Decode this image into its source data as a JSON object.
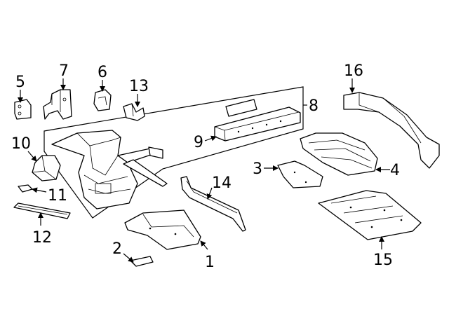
{
  "diagram": {
    "callouts": [
      {
        "id": "1",
        "label": "1"
      },
      {
        "id": "2",
        "label": "2"
      },
      {
        "id": "3",
        "label": "3"
      },
      {
        "id": "4",
        "label": "4"
      },
      {
        "id": "5",
        "label": "5"
      },
      {
        "id": "6",
        "label": "6"
      },
      {
        "id": "7",
        "label": "7"
      },
      {
        "id": "8",
        "label": "8"
      },
      {
        "id": "9",
        "label": "9"
      },
      {
        "id": "10",
        "label": "10"
      },
      {
        "id": "11",
        "label": "11"
      },
      {
        "id": "12",
        "label": "12"
      },
      {
        "id": "13",
        "label": "13"
      },
      {
        "id": "14",
        "label": "14"
      },
      {
        "id": "15",
        "label": "15"
      },
      {
        "id": "16",
        "label": "16"
      }
    ],
    "colors": {
      "ink": "#000000",
      "background": "#ffffff"
    }
  }
}
